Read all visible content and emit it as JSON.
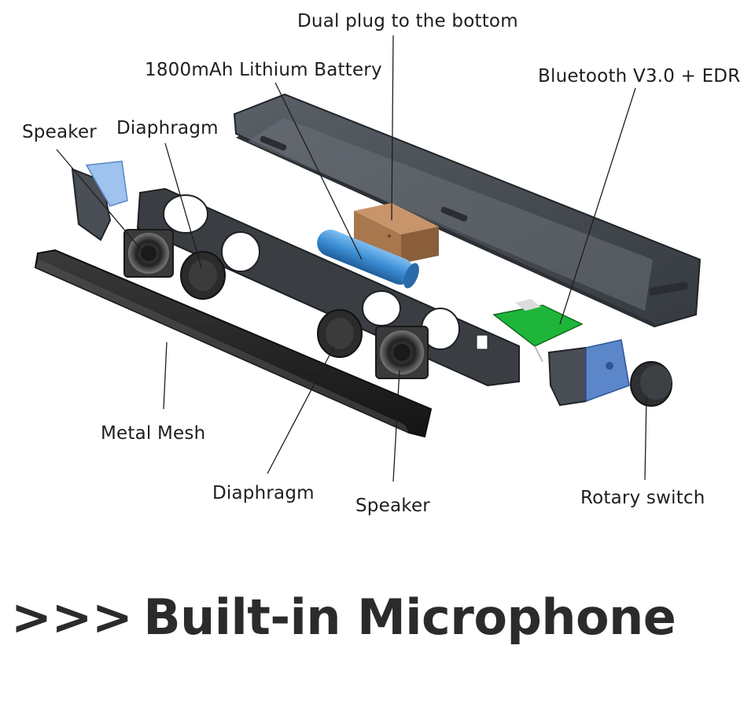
{
  "labels": {
    "dual_plug": "Dual plug to the bottom",
    "battery": "1800mAh Lithium Battery",
    "bluetooth": "Bluetooth V3.0 + EDR",
    "speaker_left": "Speaker",
    "diaphragm_top": "Diaphragm",
    "metal_mesh": "Metal Mesh",
    "diaphragm_bottom": "Diaphragm",
    "speaker_bottom": "Speaker",
    "rotary_switch": "Rotary switch"
  },
  "headline": {
    "arrows": ">>>",
    "text": "Built-in Microphone"
  },
  "colors": {
    "housing": "#4a4f55",
    "battery": "#3d8fd6",
    "plug_block": "#a8774d",
    "pcb": "#1fb53a",
    "end_cap_blue": "#5b86c9",
    "mesh": "#262626"
  }
}
